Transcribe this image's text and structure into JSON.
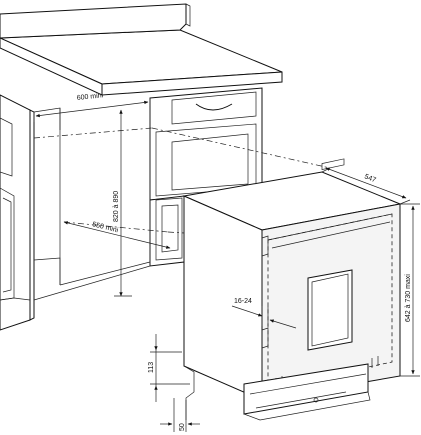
{
  "dimensions": {
    "niche_width": "600 mini",
    "niche_height": "820 à 890",
    "niche_depth": "550 mini",
    "appliance_depth": "547",
    "appliance_height": "642 à 730 maxi",
    "door_panel_thickness": "16-24",
    "plinth_height": "113",
    "plinth_offset": "50"
  },
  "icons": {
    "arrow": "arrowhead-icon"
  }
}
